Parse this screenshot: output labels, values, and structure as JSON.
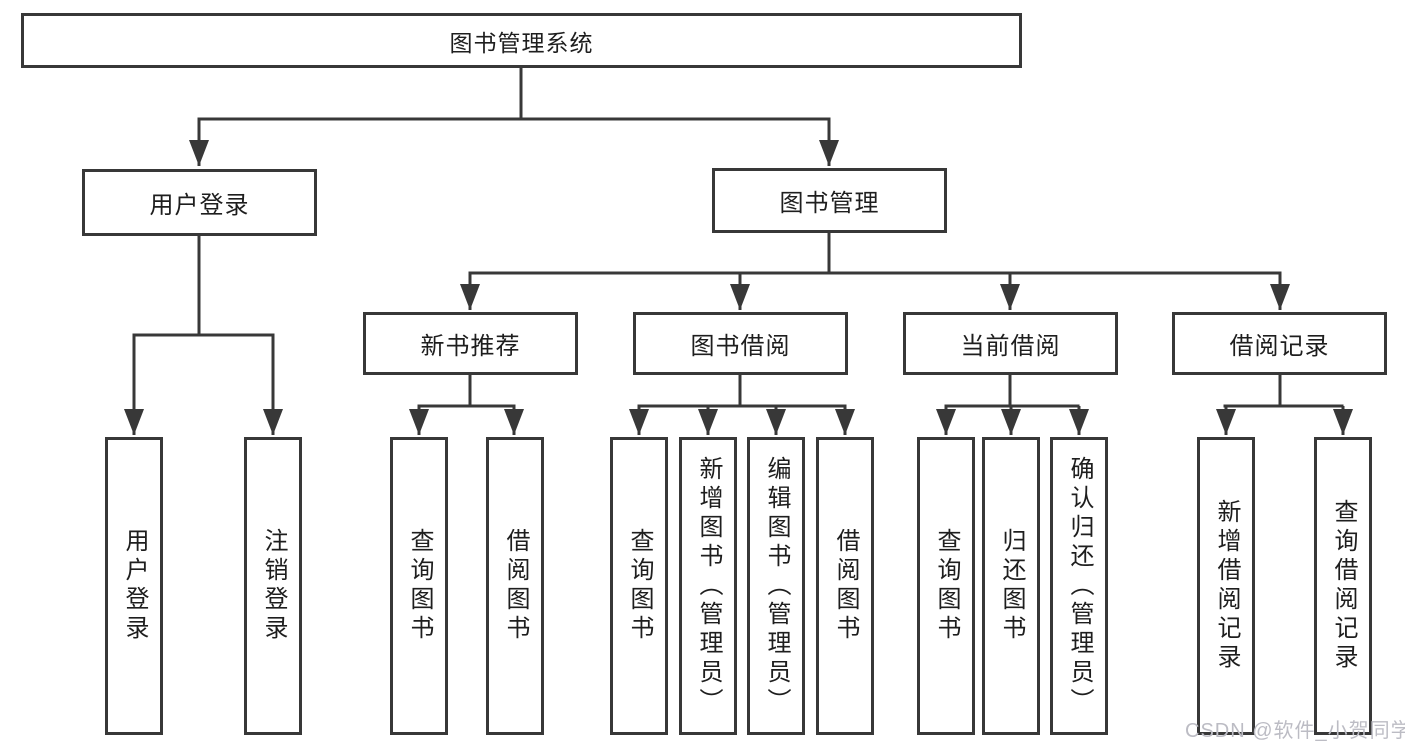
{
  "diagram": {
    "title_node": "图书管理系统",
    "branches": [
      {
        "label": "用户登录",
        "children": [
          "用户登录",
          "注销登录"
        ]
      },
      {
        "label": "图书管理",
        "sections": [
          {
            "label": "新书推荐",
            "children": [
              "查询图书",
              "借阅图书"
            ]
          },
          {
            "label": "图书借阅",
            "children": [
              "查询图书",
              "新增图书（管理员）",
              "编辑图书（管理员）",
              "借阅图书"
            ]
          },
          {
            "label": "当前借阅",
            "children": [
              "查询图书",
              "归还图书",
              "确认归还（管理员）"
            ]
          },
          {
            "label": "借阅记录",
            "children": [
              "新增借阅记录",
              "查询借阅记录"
            ]
          }
        ]
      }
    ]
  },
  "watermark": "CSDN @软件_小贺同学",
  "colors": {
    "line": "#383838",
    "text": "#1e1e1e",
    "watermark": "#bcbcc4",
    "background": "#ffffff"
  }
}
